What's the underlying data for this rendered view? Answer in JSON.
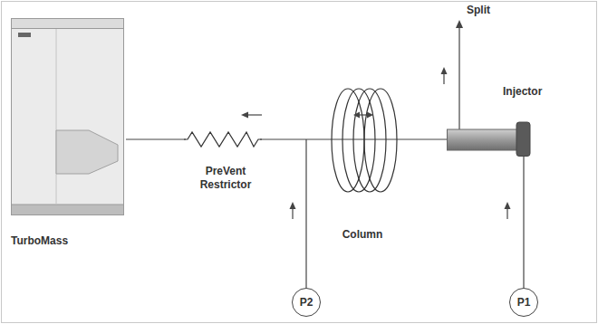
{
  "diagram": {
    "nodes": [
      {
        "text": [
          "TurboMass"
        ]
      },
      {
        "text": [
          "Injector"
        ]
      },
      {
        "text": [
          "P2"
        ]
      },
      {
        "text": [
          "P1"
        ]
      }
    ],
    "edges": [
      {
        "from": 3,
        "to": 1,
        "arrow": "none"
      },
      {
        "from": 1,
        "to": 0,
        "arrow": "none"
      }
    ],
    "labels": [
      "Split",
      "PreVent Restrictor",
      "Column"
    ]
  }
}
